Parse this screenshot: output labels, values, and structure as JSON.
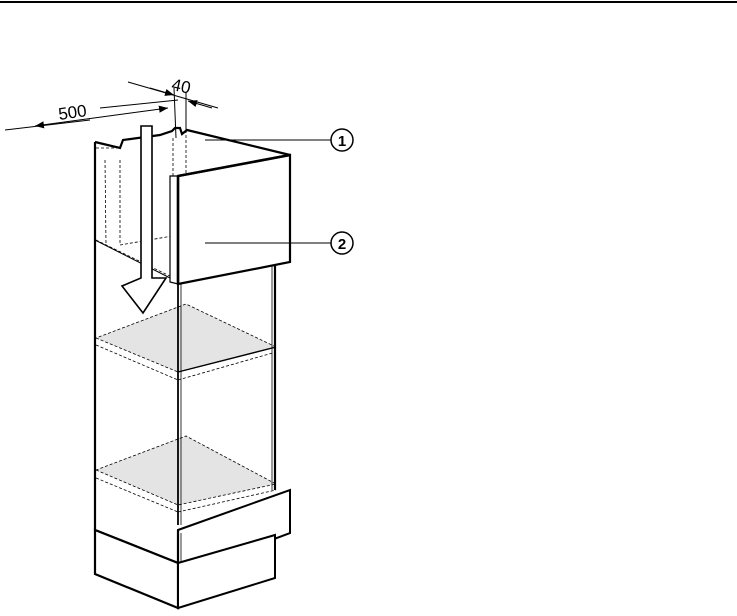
{
  "dimensions": {
    "width_value": "500",
    "depth_value": "40"
  },
  "callouts": [
    {
      "number": "1"
    },
    {
      "number": "2"
    }
  ],
  "colors": {
    "line": "#000000",
    "shelf_fill": "#e4e4e4",
    "background": "#ffffff"
  }
}
